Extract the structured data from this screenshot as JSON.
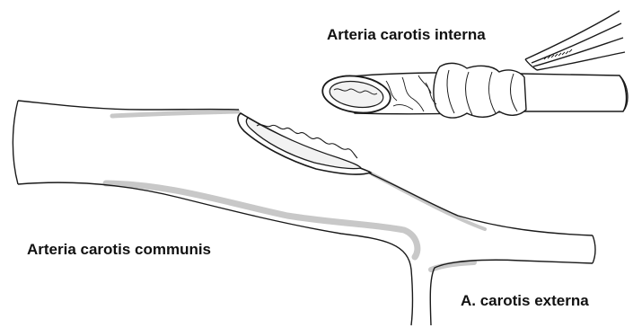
{
  "labels": {
    "interna": "Arteria carotis interna",
    "communis": "Arteria carotis communis",
    "externa": "A. carotis externa"
  },
  "colors": {
    "outline": "#1a1a1a",
    "shadow": "#c8c8c8",
    "background": "#ffffff"
  }
}
